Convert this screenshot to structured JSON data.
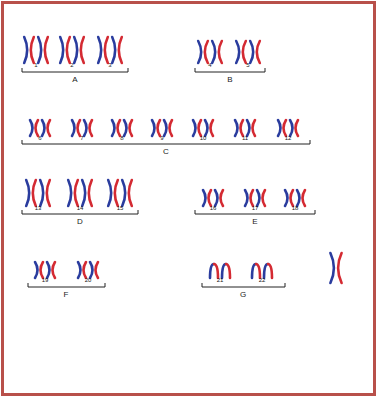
{
  "diagram": {
    "labels": [
      "1",
      "2",
      "3",
      "A",
      "4",
      "5",
      "B",
      "6",
      "7",
      "8",
      "9",
      "10",
      "11",
      "12",
      "C",
      "13",
      "14",
      "15",
      "D",
      "16",
      "17",
      "18",
      "E",
      "19",
      "20",
      "F",
      "21",
      "22",
      "G"
    ]
  }
}
